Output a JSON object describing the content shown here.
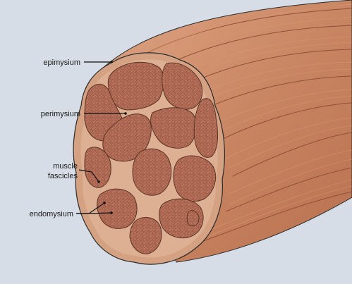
{
  "labels": {
    "epimysium": "epimysium",
    "perimysium": "perimysium",
    "muscle_fascicles_line1": "muscle",
    "muscle_fascicles_line2": "fascicles",
    "endomysium": "endomysium"
  },
  "colors": {
    "background": "#d6dde6",
    "muscle_outer": "#c98663",
    "muscle_light": "#e2aa88",
    "fascicle_fill": "#a35e4a",
    "fascicle_cell": "#b8765f",
    "connective_tissue": "#ddb093",
    "outline": "#2b2b2b",
    "leader_line": "#111111"
  }
}
